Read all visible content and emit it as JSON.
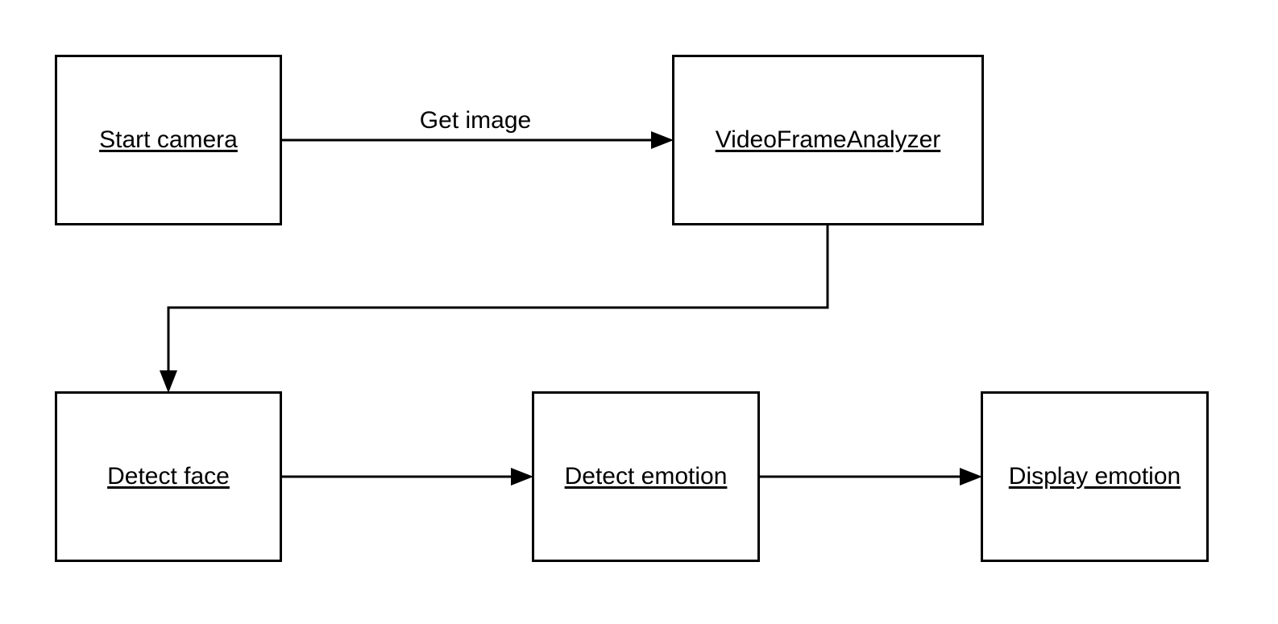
{
  "nodes": {
    "start_camera": "Start camera",
    "video_frame_analyzer": "VideoFrameAnalyzer",
    "detect_face": "Detect face",
    "detect_emotion": "Detect emotion",
    "display_emotion": "Display emotion"
  },
  "edges": {
    "start_to_analyzer": "Get image"
  },
  "colors": {
    "stroke": "#000000",
    "background": "#ffffff"
  }
}
